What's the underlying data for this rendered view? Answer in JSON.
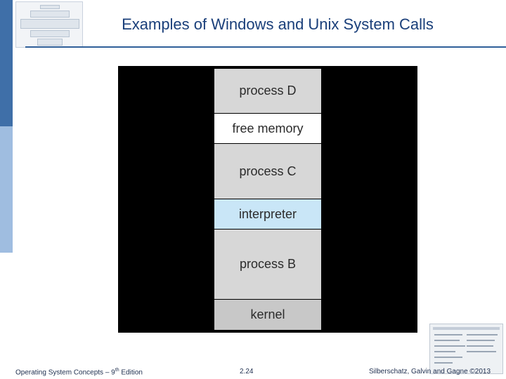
{
  "slide": {
    "title": "Examples of Windows and  Unix System Calls"
  },
  "memory_diagram": {
    "blocks": [
      {
        "label": "process D",
        "fill": "#d7d7d7"
      },
      {
        "label": "free memory",
        "fill": "#ffffff"
      },
      {
        "label": "process C",
        "fill": "#d7d7d7"
      },
      {
        "label": "interpreter",
        "fill": "#c9e6f7"
      },
      {
        "label": "process B",
        "fill": "#d7d7d7"
      },
      {
        "label": "kernel",
        "fill": "#c8c8c8"
      }
    ]
  },
  "footer": {
    "book_prefix": "Operating System Concepts – 9",
    "book_sup": "th",
    "book_suffix": " Edition",
    "page": "2.24",
    "copyright": "Silberschatz, Galvin and Gagne ©2013"
  },
  "colors": {
    "title": "#1a3f7a",
    "accent_bar": "#3f6fa8",
    "accent_bar_light": "#9fbde0"
  }
}
